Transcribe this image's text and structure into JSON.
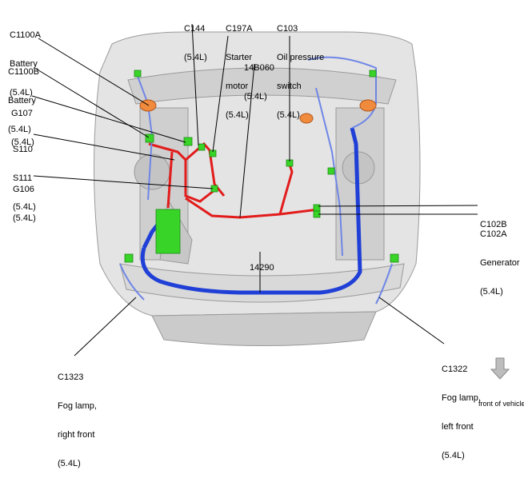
{
  "diagram": {
    "labels": {
      "c1100a": [
        "C1100A",
        "Battery",
        "(5.4L)"
      ],
      "c1100b": [
        "C1100B",
        "Battery",
        "(5.4L)"
      ],
      "g107": [
        "G107",
        "(5.4L)"
      ],
      "s110": [
        "S110",
        "S111",
        "(5.4L)"
      ],
      "g106": [
        "G106",
        "(5.4L)"
      ],
      "c144": [
        "C144",
        "(5.4L)"
      ],
      "c197a": [
        "C197A",
        "Starter",
        "motor",
        "(5.4L)"
      ],
      "c103": [
        "C103",
        "Oil pressure",
        "switch",
        "(5.4L)"
      ],
      "b060": [
        "14B060",
        "(5.4L)"
      ],
      "h14290": [
        "14290"
      ],
      "c102b": [
        "C102B"
      ],
      "c102a": [
        "C102A",
        "Generator",
        "(5.4L)"
      ],
      "c1323": [
        "C1323",
        "Fog lamp,",
        "right front",
        "(5.4L)"
      ],
      "c1322": [
        "C1322",
        "Fog lamp,",
        "left front",
        "(5.4L)"
      ],
      "front": [
        "front of vehicle"
      ]
    },
    "colors": {
      "harness_red": "#e21b1b",
      "harness_blue": "#1f3fd6",
      "harness_light_blue": "#6f86e6",
      "connector_green": "#39d428",
      "connector_orange": "#f08a3c",
      "body_gray": "#d6d6d6"
    }
  }
}
